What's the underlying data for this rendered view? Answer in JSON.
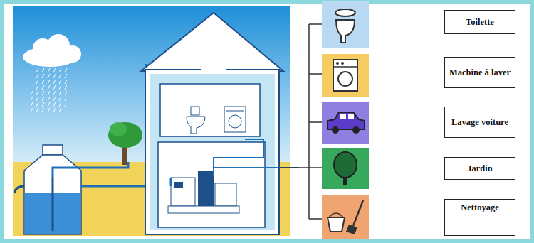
{
  "diagram": {
    "nodes": [
      {
        "text": [
          "Toilette"
        ]
      },
      {
        "text": [
          "Machine à laver"
        ]
      },
      {
        "text": [
          "Lavage voiture"
        ]
      },
      {
        "text": [
          "Jardin"
        ]
      },
      {
        "text": [
          "Nettoyage"
        ]
      }
    ]
  }
}
